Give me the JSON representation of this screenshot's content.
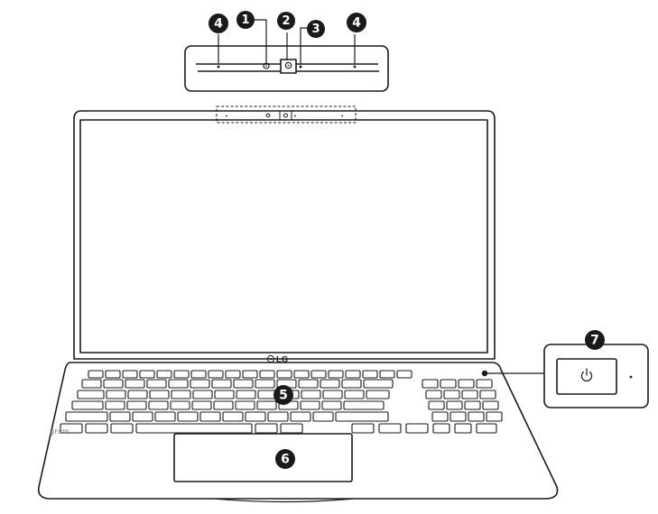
{
  "brand": {
    "logo_text": "LG",
    "model_text": "gram"
  },
  "callouts": [
    {
      "id": "c1",
      "label": "1"
    },
    {
      "id": "c2",
      "label": "2"
    },
    {
      "id": "c3",
      "label": "3"
    },
    {
      "id": "c4a",
      "label": "4"
    },
    {
      "id": "c4b",
      "label": "4"
    },
    {
      "id": "c5",
      "label": "5"
    },
    {
      "id": "c6",
      "label": "6"
    },
    {
      "id": "c7",
      "label": "7"
    }
  ],
  "icons": {
    "power": "power-icon",
    "camera": "camera-icon"
  },
  "colors": {
    "line": "#1a1a1a",
    "callout_fill": "#1a1a1a",
    "background": "#ffffff"
  }
}
